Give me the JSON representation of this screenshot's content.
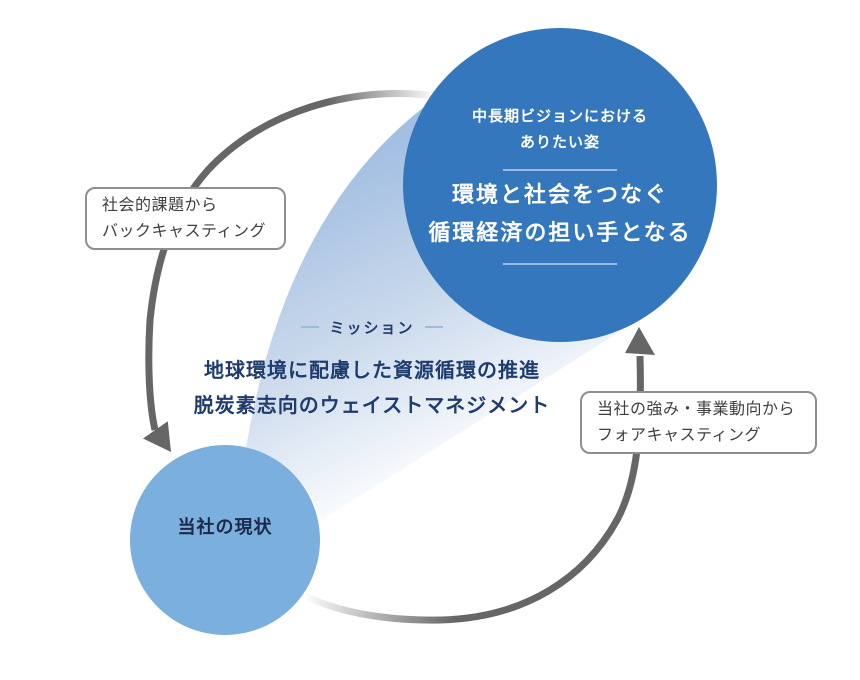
{
  "vision_circle": {
    "subtitle_line1": "中長期ビジョンにおける",
    "subtitle_line2": "ありたい姿",
    "statement_line1": "環境と社会をつなぐ",
    "statement_line2": "循環経済の担い手となる"
  },
  "current_circle": {
    "label": "当社の現状"
  },
  "mission": {
    "tag": "ミッション",
    "line1": "地球環境に配慮した資源循環の推進",
    "line2": "脱炭素志向のウェイストマネジメント"
  },
  "callouts": {
    "backcasting": {
      "line1": "社会的課題から",
      "line2": "バックキャスティング"
    },
    "forecasting": {
      "line1": "当社の強み・事業動向から",
      "line2": "フォアキャスティング"
    }
  },
  "colors": {
    "vision_circle": "#3577BD",
    "current_circle": "#7BAFDD",
    "mission_text": "#1F3C6E",
    "arrow": "#666666",
    "beam": "#A3BFE2",
    "label_border": "#8E8E8E",
    "label_text": "#3F3F3F",
    "divider": "#9CBCDF"
  }
}
